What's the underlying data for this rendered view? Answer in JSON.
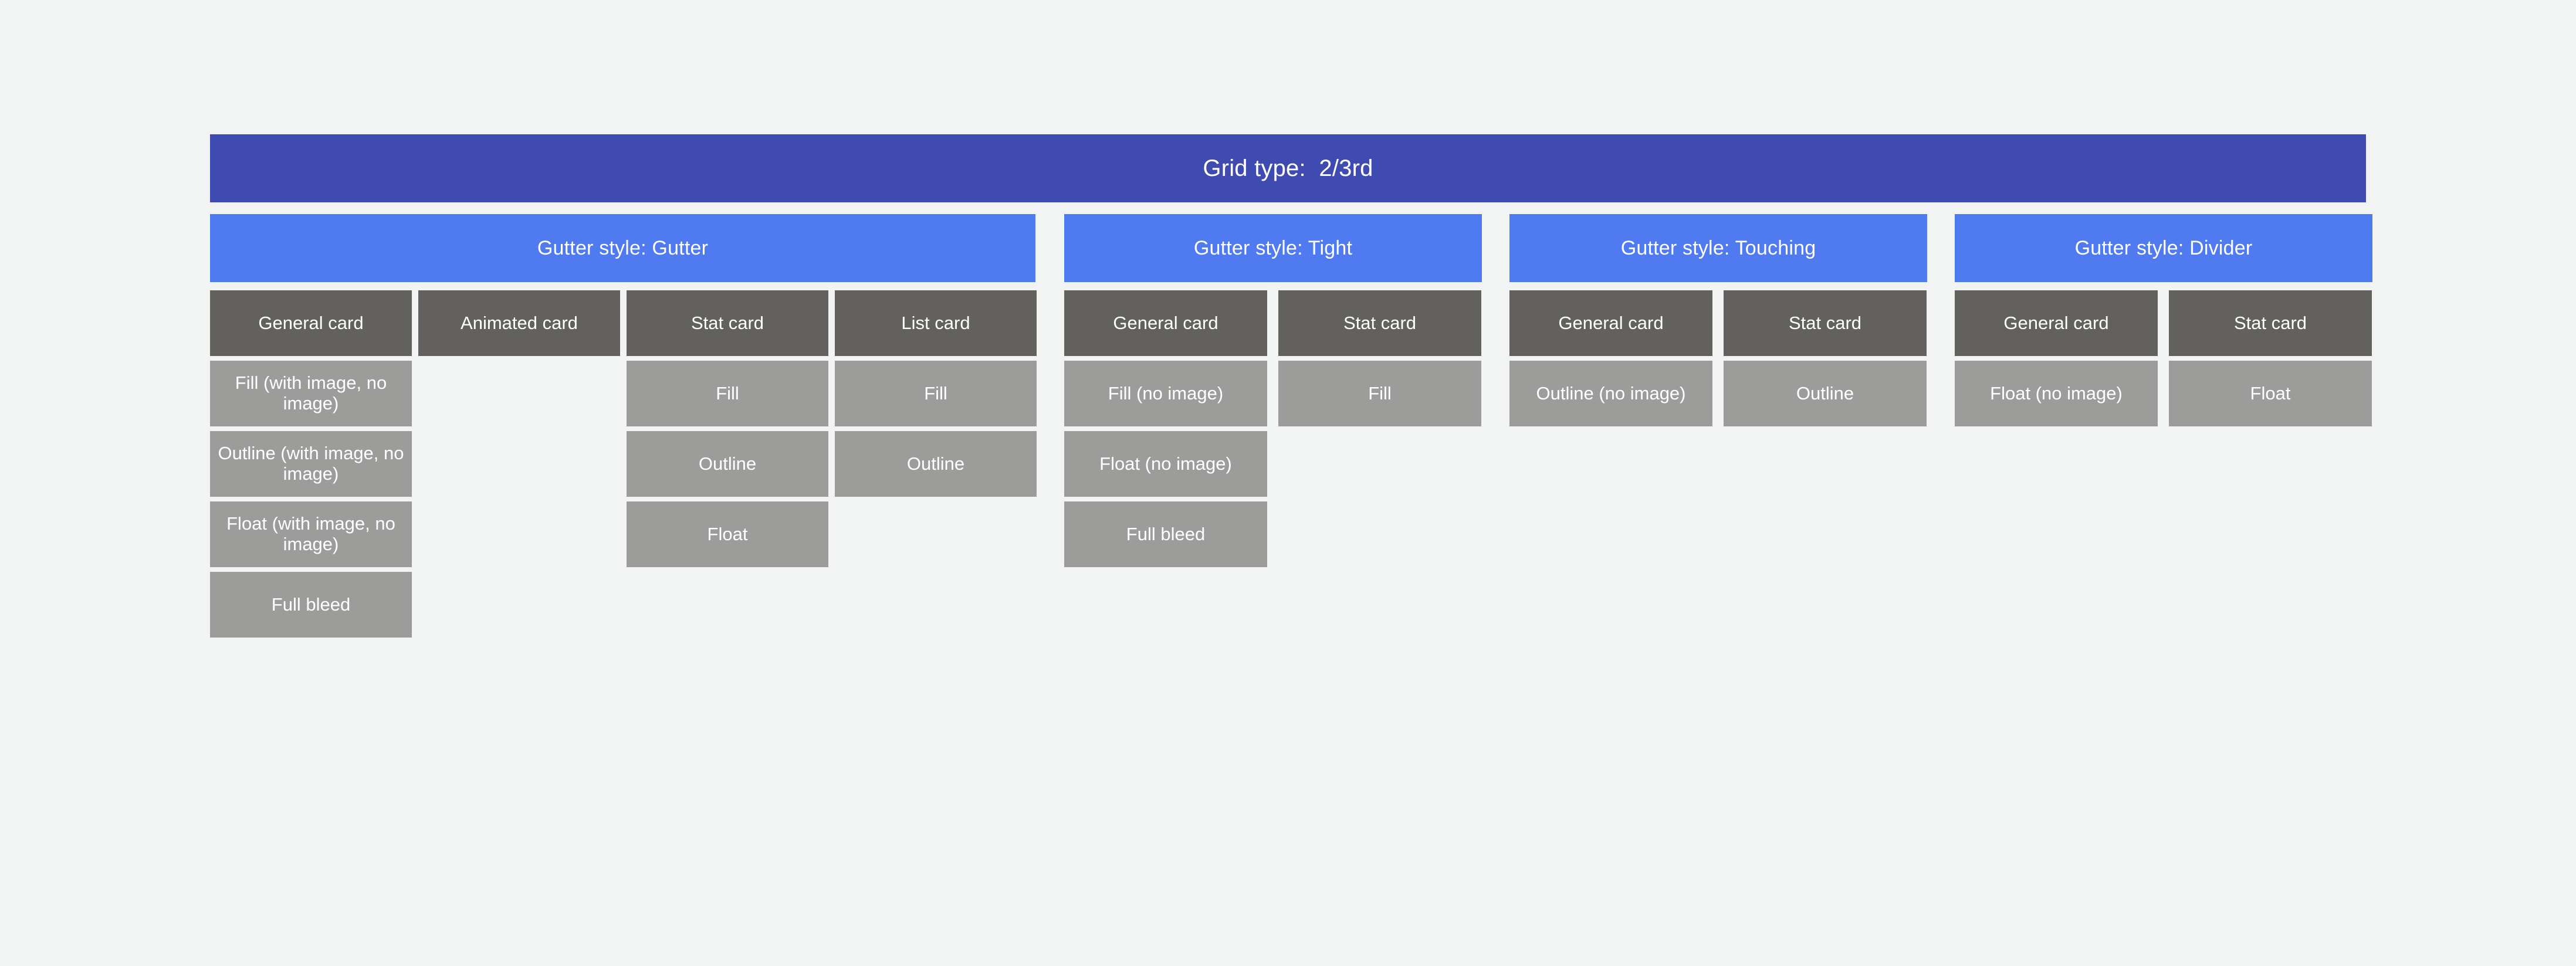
{
  "page": {
    "background_color": "#f2f3f3"
  },
  "grid_type_band": {
    "label": "Grid type:  2/3rd",
    "color": "#3f4bb0",
    "text_color": "#ffffff"
  },
  "palette": {
    "grid_type_blue": "#3f4bb0",
    "gutter_blue": "#4f7af0",
    "card_header_gray": "#62615d",
    "card_cell_gray": "#9c9c9a",
    "label_white": "#ffffff"
  },
  "groups": [
    {
      "id": "gutter",
      "header": "Gutter style: Gutter",
      "columns": [
        {
          "header": "General card",
          "cells": [
            "Fill (with image, no image)",
            "Outline (with image, no image)",
            "Float (with image, no image)",
            "Full bleed"
          ]
        },
        {
          "header": "Animated card",
          "cells": []
        },
        {
          "header": "Stat card",
          "cells": [
            "Fill",
            "Outline",
            "Float"
          ]
        },
        {
          "header": "List card",
          "cells": [
            "Fill",
            "Outline"
          ]
        }
      ]
    },
    {
      "id": "tight",
      "header": "Gutter style: Tight",
      "columns": [
        {
          "header": "General card",
          "cells": [
            "Fill (no image)",
            "Float (no image)",
            "Full bleed"
          ]
        },
        {
          "header": "Stat card",
          "cells": [
            "Fill"
          ]
        }
      ]
    },
    {
      "id": "touching",
      "header": "Gutter style: Touching",
      "columns": [
        {
          "header": "General card",
          "cells": [
            "Outline (no image)"
          ]
        },
        {
          "header": "Stat card",
          "cells": [
            "Outline"
          ]
        }
      ]
    },
    {
      "id": "divider",
      "header": "Gutter style: Divider",
      "columns": [
        {
          "header": "General card",
          "cells": [
            "Float (no image)"
          ]
        },
        {
          "header": "Stat card",
          "cells": [
            "Float"
          ]
        }
      ]
    }
  ]
}
